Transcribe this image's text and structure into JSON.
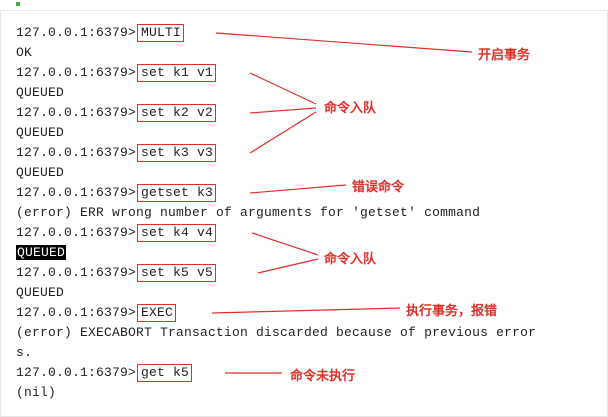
{
  "terminal": {
    "lines": [
      {
        "prompt": "127.0.0.1:6379>",
        "command": "MULTI"
      },
      {
        "text": "OK"
      },
      {
        "prompt": "127.0.0.1:6379>",
        "command": "set k1 v1"
      },
      {
        "text": "QUEUED"
      },
      {
        "prompt": "127.0.0.1:6379>",
        "command": "set k2 v2"
      },
      {
        "text": "QUEUED"
      },
      {
        "prompt": "127.0.0.1:6379>",
        "command": "set k3 v3"
      },
      {
        "text": "QUEUED"
      },
      {
        "prompt": "127.0.0.1:6379>",
        "command": "getset k3"
      },
      {
        "text": "(error) ERR wrong number of arguments for 'getset' command"
      },
      {
        "prompt": "127.0.0.1:6379>",
        "command": "set k4 v4"
      },
      {
        "text": "QUEUED",
        "highlight": true
      },
      {
        "prompt": "127.0.0.1:6379>",
        "command": "set k5 v5"
      },
      {
        "text": "QUEUED"
      },
      {
        "prompt": "127.0.0.1:6379>",
        "command": "EXEC"
      },
      {
        "text": "(error) EXECABORT Transaction discarded because of previous error"
      },
      {
        "text": "s."
      },
      {
        "prompt": "127.0.0.1:6379>",
        "command": "get k5"
      },
      {
        "text": "(nil)"
      }
    ]
  },
  "annotations": {
    "start_transaction": "开启事务",
    "enqueue_1": "命令入队",
    "wrong_command": "错误命令",
    "enqueue_2": "命令入队",
    "exec_error": "执行事务，报错",
    "not_executed": "命令未执行"
  },
  "colors": {
    "annotation": "#e0302a",
    "highlight_bg": "#000000",
    "text": "#222222"
  }
}
